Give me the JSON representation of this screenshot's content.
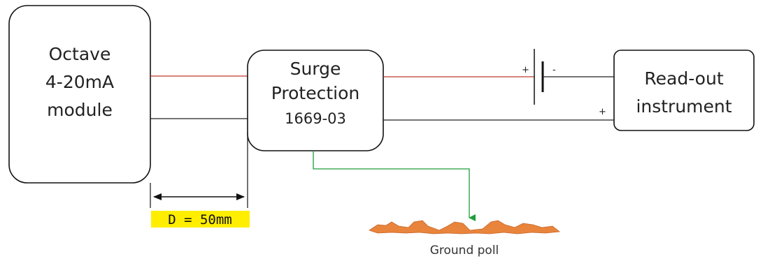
{
  "colors": {
    "box_stroke": "#111111",
    "wire_positive": "#c0392b",
    "wire_negative": "#222222",
    "ground_wire": "#1e9e3a",
    "dimension_highlight": "#ffee00",
    "ground_fill": "#e8843c"
  },
  "octave_module": {
    "line1": "Octave",
    "line2": "4-20mA",
    "line3": "module"
  },
  "surge_protection": {
    "line1": "Surge",
    "line2": "Protection",
    "line3": "1669-03"
  },
  "readout": {
    "line1": "Read-out",
    "line2": "instrument"
  },
  "battery": {
    "plus_label": "+",
    "minus_label": "-"
  },
  "readout_terminal": {
    "plus_label": "+"
  },
  "dimension": {
    "label": "D = 50mm"
  },
  "ground": {
    "label": "Ground poll"
  }
}
